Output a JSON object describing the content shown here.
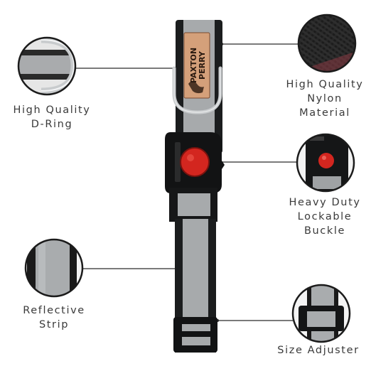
{
  "product": {
    "brand_line1": "PAXTON",
    "brand_line2": "PERRY",
    "colors": {
      "webbing": "#1b1d1e",
      "reflective_strip": "#a7aaac",
      "brand_tag": "#d4a07a",
      "buckle": "#121314",
      "lock_button": "#d3261f",
      "d_ring": "#c9ccce",
      "leader_lines": "#2a2a2a"
    }
  },
  "callouts": {
    "d_ring": {
      "line1": "High Quality",
      "line2": "D-Ring",
      "icon": "d-ring-closeup"
    },
    "nylon": {
      "line1": "High Quality",
      "line2": "Nylon",
      "line3": "Material",
      "icon": "nylon-texture-closeup"
    },
    "buckle": {
      "line1": "Heavy Duty",
      "line2": "Lockable",
      "line3": "Buckle",
      "icon": "lockable-buckle-closeup"
    },
    "reflective": {
      "line1": "Reflective",
      "line2": "Strip",
      "icon": "reflective-strip-closeup"
    },
    "adjuster": {
      "line1": "Size Adjuster",
      "icon": "size-adjuster-closeup"
    }
  }
}
